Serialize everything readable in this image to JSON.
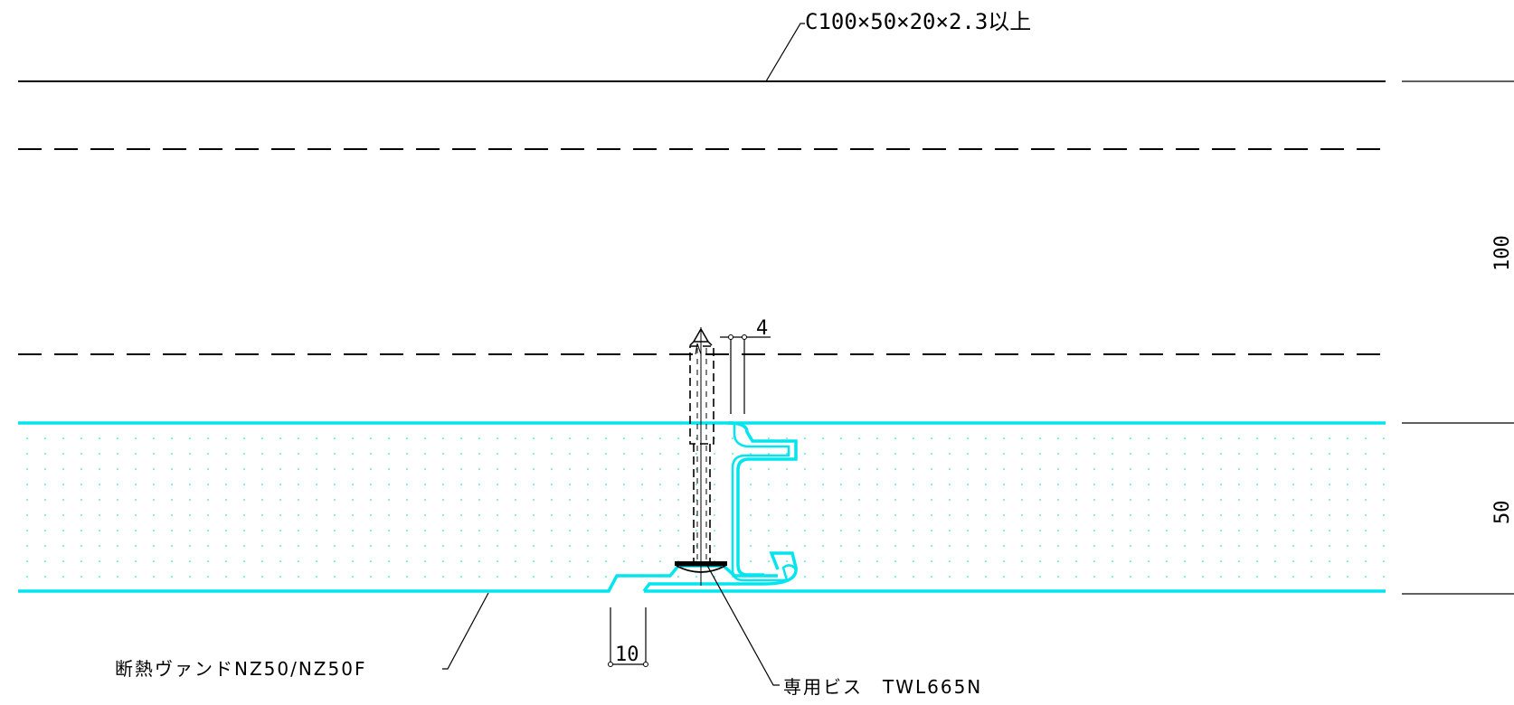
{
  "labels": {
    "channel": "C100×50×20×2.3以上",
    "panel": "断熱ヴァンドNZ50/NZ50F",
    "screw": "専用ビス　TWL665N"
  },
  "dimensions": {
    "gap_top": "4",
    "gap_bottom": "10",
    "height_upper": "100",
    "height_panel": "50"
  },
  "colors": {
    "line": "#000000",
    "panel": "#00e5ee"
  }
}
